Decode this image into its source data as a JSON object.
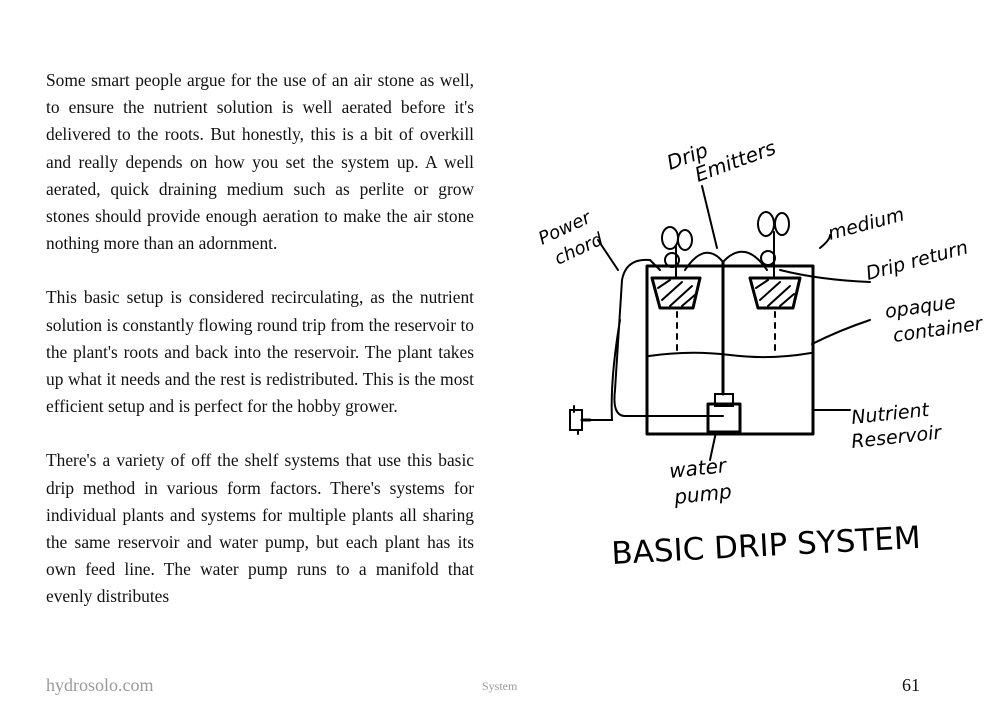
{
  "paragraphs": [
    "Some smart people argue for the use of an air stone as well, to ensure the nutrient solution is well aerated before it's delivered to the roots. But honestly, this is a bit of overkill and really depends on how you set the system up. A well aerated, quick draining medium such as perlite or grow stones should provide enough aeration to make the air stone nothing more than an adornment.",
    "This basic setup is considered recirculating, as the nutrient solution is constantly flowing round trip from the reservoir to the plant's roots and back into the reservoir. The plant takes up what it needs and the rest is redistributed. This is the most efficient setup and is perfect for the hobby grower.",
    "There's a variety of off the shelf systems that use this basic drip method in various form factors. There's systems for individual plants and systems for multiple plants all sharing the same reservoir and water pump, but each plant has its own feed line. The water pump runs to a manifold that evenly distributes"
  ],
  "diagram": {
    "labels": {
      "drip_emitters_1": "Drip",
      "drip_emitters_2": "Emitters",
      "power_cord_1": "Power",
      "power_cord_2": "chord",
      "medium": "medium",
      "drip_return": "Drip return",
      "opaque_container_1": "opaque",
      "opaque_container_2": "container",
      "nutrient_reservoir_1": "Nutrient",
      "nutrient_reservoir_2": "Reservoir",
      "water_pump_1": "water",
      "water_pump_2": "pump"
    },
    "title": "BASIC DRIP SYSTEM"
  },
  "footer": {
    "site": "hydrosolo.com",
    "section": "System",
    "page_number": "61"
  }
}
